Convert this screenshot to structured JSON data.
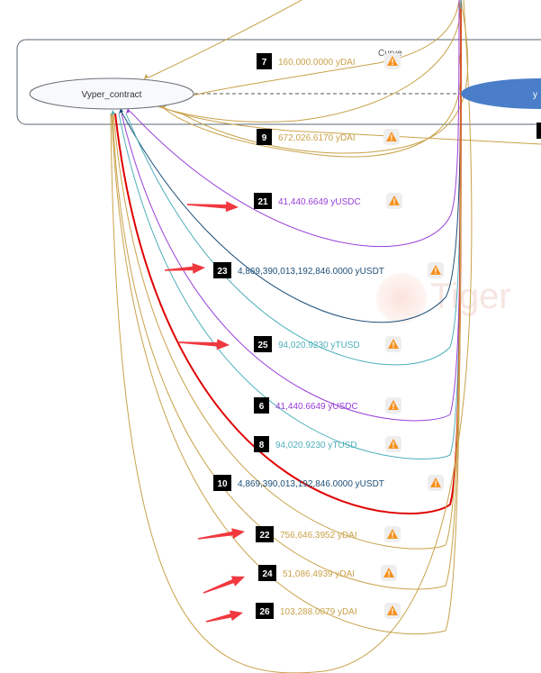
{
  "cluster": {
    "label": "Curve"
  },
  "nodes": {
    "contract": {
      "label": "Vyper_contract"
    },
    "right": {
      "label": "y"
    }
  },
  "watermark": {
    "text": "Tiger"
  },
  "colors": {
    "ydai": "#c9a24a",
    "yusdc": "#9940d8",
    "yusdt": "#1d4f78",
    "ytusd": "#4fb0ba",
    "highlight": "#e00000",
    "arrow": "#f0383f",
    "warning": "#f6911e",
    "badge": "#000000",
    "right_node": "#4a7ec9"
  },
  "edges": [
    {
      "id": "7",
      "value": "160,000.0000 yDAI",
      "token": "ydai",
      "warning_icon": "warning-icon"
    },
    {
      "id": "9",
      "value": "672,026.6170 yDAI",
      "token": "ydai",
      "warning_icon": "warning-icon"
    },
    {
      "id": "21",
      "value": "41,440.6649 yUSDC",
      "token": "yusdc",
      "warning_icon": "warning-icon",
      "pointed": true
    },
    {
      "id": "23",
      "value": "4,869,390,013,192,846.0000 yUSDT",
      "token": "yusdt",
      "warning_icon": "warning-icon",
      "pointed": true
    },
    {
      "id": "25",
      "value": "94,020.9230 yTUSD",
      "token": "ytusd",
      "warning_icon": "warning-icon",
      "pointed": true
    },
    {
      "id": "6",
      "value": "41,440.6649 yUSDC",
      "token": "yusdc",
      "warning_icon": "warning-icon"
    },
    {
      "id": "8",
      "value": "94,020.9230 yTUSD",
      "token": "ytusd",
      "warning_icon": "warning-icon"
    },
    {
      "id": "10",
      "value": "4,869,390,013,192,846.0000 yUSDT",
      "token": "yusdt",
      "warning_icon": "warning-icon",
      "highlighted": true
    },
    {
      "id": "22",
      "value": "756,646.3952 yDAI",
      "token": "ydai",
      "warning_icon": "warning-icon",
      "pointed": true
    },
    {
      "id": "24",
      "value": "51,086.4939 yDAI",
      "token": "ydai",
      "warning_icon": "warning-icon",
      "pointed": true
    },
    {
      "id": "26",
      "value": "103,288.0079 yDAI",
      "token": "ydai",
      "warning_icon": "warning-icon",
      "pointed": true
    }
  ]
}
